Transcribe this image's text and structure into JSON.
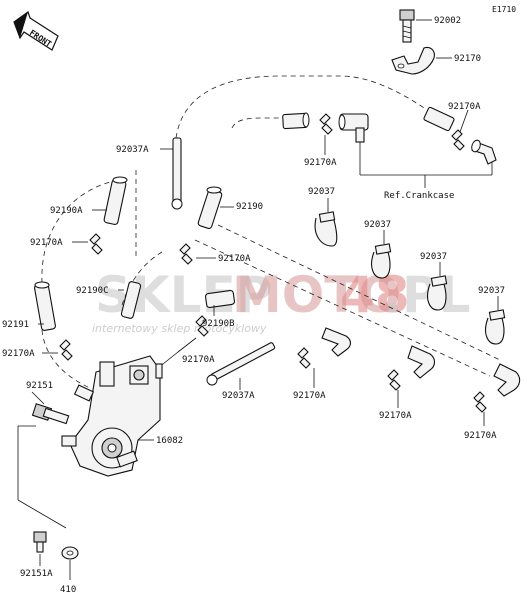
{
  "diagram_code": "E1710",
  "front_label": "FRONT",
  "ref_label": "Ref.Crankcase",
  "watermark": {
    "brand_a": "SKLEP",
    "brand_b": "MOTO",
    "brand_c": "48",
    "brand_d": ".PL",
    "tagline": "internetowy sklep motocyklowy",
    "accent_color": "#d94a4a"
  },
  "callouts": {
    "p92002": "92002",
    "p92170_top": "92170",
    "p92170A_right": "92170A",
    "p92037A_top": "92037A",
    "p92170A_mid": "92170A",
    "p92190A": "92190A",
    "p92190": "92190",
    "p92037_1": "92037",
    "p92037_2": "92037",
    "p92037_3": "92037",
    "p92037_4": "92037",
    "p92170A_left": "92170A",
    "p92170A_center": "92170A",
    "p92190C": "92190C",
    "p92191": "92191",
    "p92190B": "92190B",
    "p92170A_left2": "92170A",
    "p92170A_c2": "92170A",
    "p92151": "92151",
    "p92037A_low": "92037A",
    "p92170A_b1": "92170A",
    "p92170A_b2": "92170A",
    "p92170A_b3": "92170A",
    "p16082": "16082",
    "p92151A": "92151A",
    "p410": "410"
  }
}
